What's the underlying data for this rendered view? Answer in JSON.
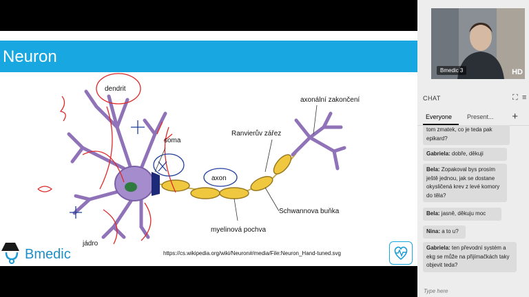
{
  "slide": {
    "title": "Neuron",
    "labels": {
      "dendrit": "dendrit",
      "soma": "soma",
      "axon": "axon",
      "jadro": "jádro",
      "myelin": "myelinová pochva",
      "schwann": "Schwannova buňka",
      "ranvier": "Ranvierův zářez",
      "terminal": "axonální zakončení"
    },
    "source": "https://cs.wikipedia.org/wiki/Neuron#/media/File:Neuron_Hand-tuned.svg",
    "logo": {
      "prefix": "B",
      "rest": "medic"
    },
    "heart_icon": "heart-pulse-icon"
  },
  "video": {
    "participant": "Bmedic 3",
    "badge": "HD"
  },
  "chat": {
    "header": "CHAT",
    "tabs": [
      "Everyone",
      "Present..."
    ],
    "add_icon": "plus-icon",
    "messages": [
      {
        "sender": "",
        "text": "tom zmatek, co je teda pak epikard?"
      },
      {
        "sender": "Gabriela:",
        "text": "dobře, děkuji"
      },
      {
        "sender": "Bela:",
        "text": "Zopakoval bys prosím ještě jednou, jak se dostane okysličená krev z levé komory do těla?"
      },
      {
        "sender": "Bela:",
        "text": "jasně, děkuju moc"
      },
      {
        "sender": "Nina:",
        "text": "a to u?"
      },
      {
        "sender": "Gabriela:",
        "text": "ten převodní systém a ekg se může na přijímačkách taky objevit teda?"
      }
    ],
    "input_placeholder": "Type here"
  }
}
